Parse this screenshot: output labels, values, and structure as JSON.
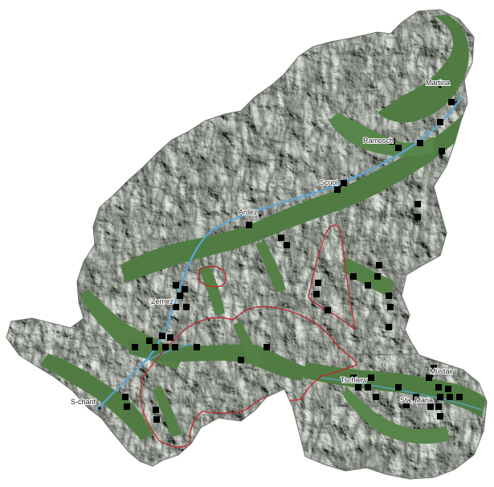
{
  "colors": {
    "background": "#ffffff",
    "relief_light": "#e9e9e9",
    "relief_mid": "#bdbdbd",
    "relief_dark": "#7d7d7d",
    "forest": "#46733a",
    "forest_light": "#5b8a47",
    "river": "#5aa6d8",
    "boundary": "#c2272d",
    "outline": "#555555",
    "marker": "#000000"
  },
  "places": [
    {
      "id": "martina",
      "label": "Martina"
    },
    {
      "id": "ramosch",
      "label": "Ramosch"
    },
    {
      "id": "scuol",
      "label": "Scuol"
    },
    {
      "id": "ardez",
      "label": "Ardez"
    },
    {
      "id": "zernez",
      "label": "Zernez"
    },
    {
      "id": "s-chanf",
      "label": "S-chanf"
    },
    {
      "id": "tschierv",
      "label": "Tschierv"
    },
    {
      "id": "mustair",
      "label": "Müstair"
    },
    {
      "id": "sta-maria",
      "label": "Sta. Maria"
    }
  ],
  "marker_count": 60
}
